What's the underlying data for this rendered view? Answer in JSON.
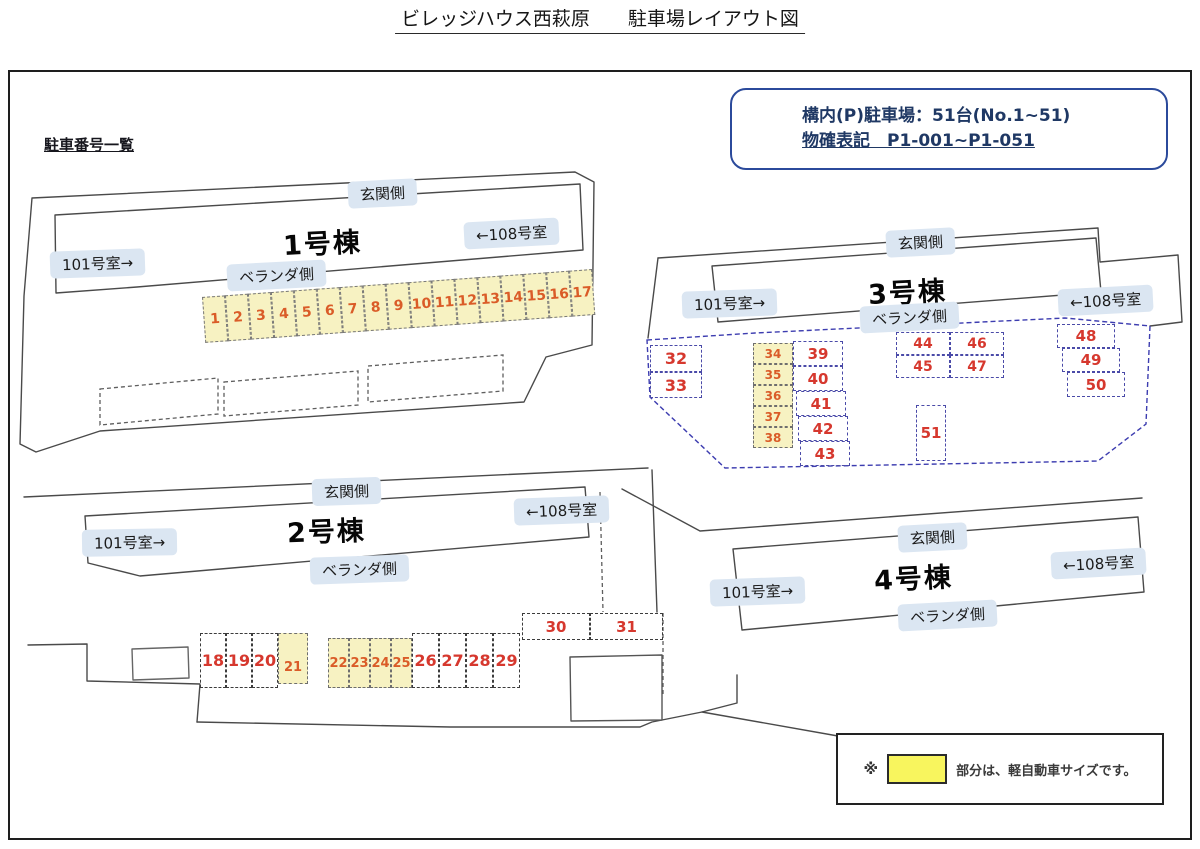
{
  "page": {
    "title": "ビレッジハウス西萩原　　駐車場レイアウト図",
    "list_label": "駐車番号一覧"
  },
  "info_box": {
    "line1": "構内(P)駐車場：51台(No.1~51)",
    "line2": "物確表記　P1-001~P1-051"
  },
  "labels": {
    "entrance": "玄関側",
    "veranda": "ベランダ側",
    "room101": "101号室→",
    "room108": "←108号室"
  },
  "buildings": [
    {
      "name": "1号棟"
    },
    {
      "name": "2号棟"
    },
    {
      "name": "3号棟"
    },
    {
      "name": "4号棟"
    }
  ],
  "parking": {
    "numbers": [
      1,
      2,
      3,
      4,
      5,
      6,
      7,
      8,
      9,
      10,
      11,
      12,
      13,
      14,
      15,
      16,
      17,
      18,
      19,
      20,
      21,
      22,
      23,
      24,
      25,
      26,
      27,
      28,
      29,
      30,
      31,
      32,
      33,
      34,
      35,
      36,
      37,
      38,
      39,
      40,
      41,
      42,
      43,
      44,
      45,
      46,
      47,
      48,
      49,
      50,
      51
    ],
    "kei_size_numbers": [
      1,
      2,
      3,
      4,
      5,
      6,
      7,
      8,
      9,
      10,
      11,
      12,
      13,
      14,
      15,
      16,
      17,
      21,
      22,
      23,
      24,
      25,
      34,
      35,
      36,
      37,
      38
    ],
    "total_spaces": 51
  },
  "legend": {
    "marker": "※",
    "text": "部分は、軽自動車サイズです。",
    "swatch_color": "#f8f55e"
  },
  "colors": {
    "kei_yellow": "#f7f2c2",
    "legend_yellow": "#f8f55e",
    "space_number_red": "#d6382e",
    "space_number_orange": "#da5c28",
    "label_bg_blue": "#dbe6f2",
    "info_border_blue": "#2b4a9b",
    "boundary_blue": "#3d3db0"
  }
}
